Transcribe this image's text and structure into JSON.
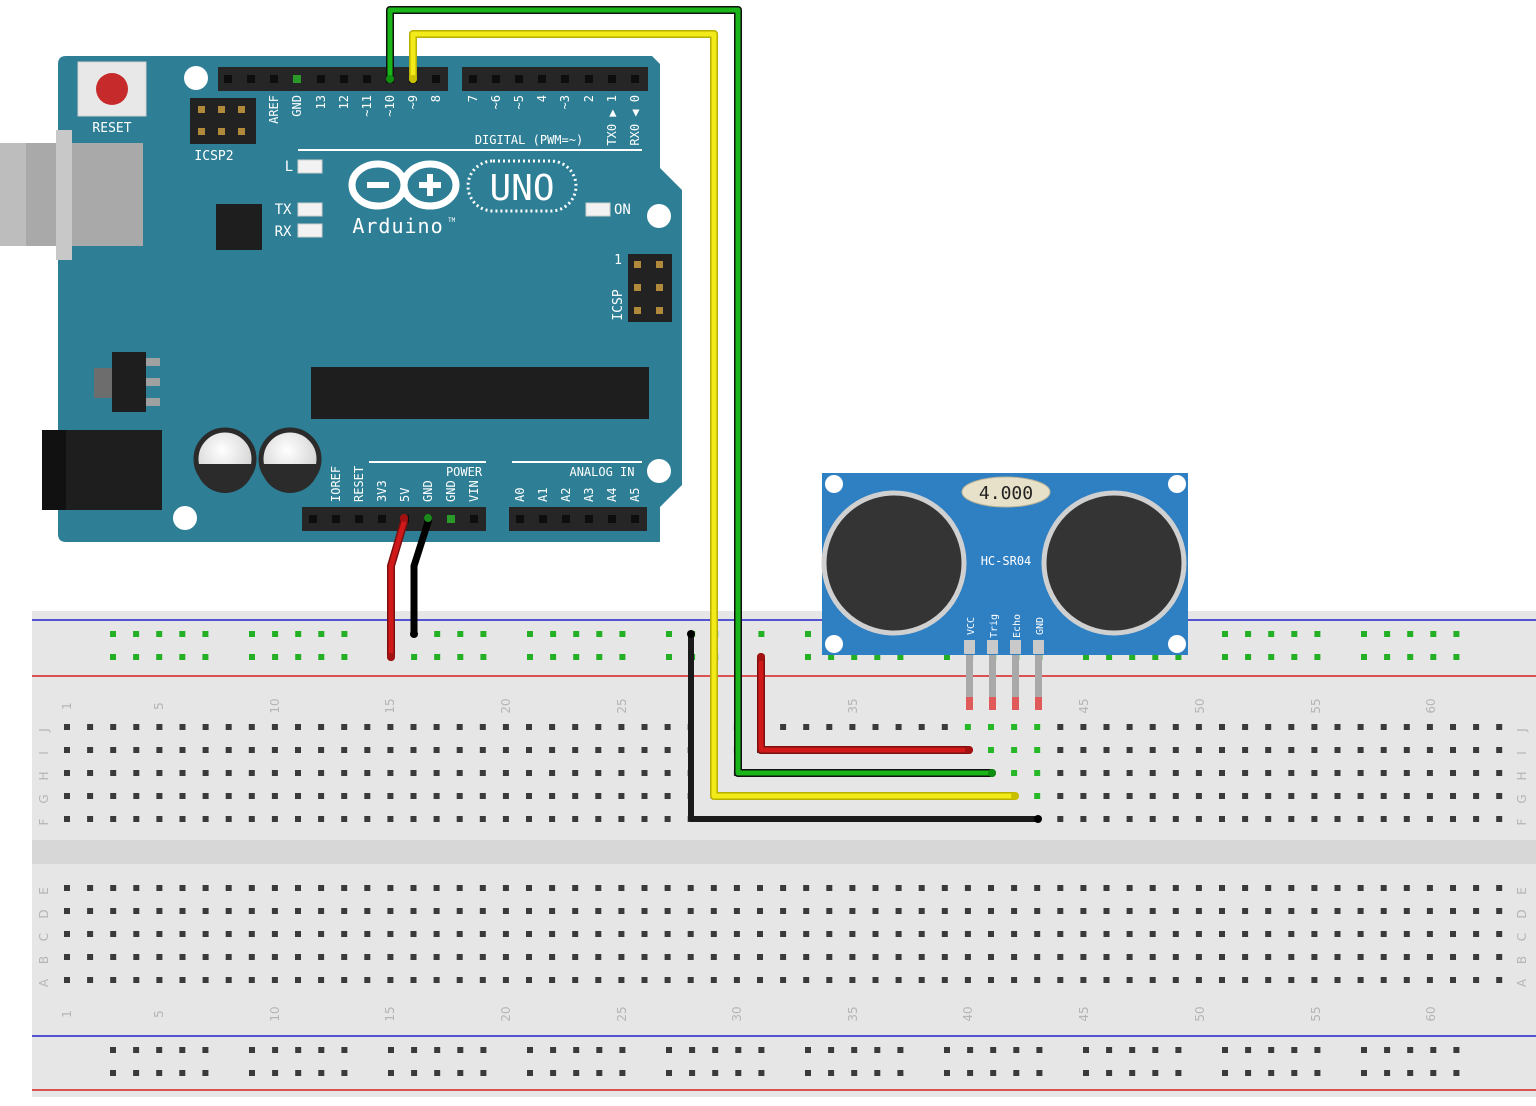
{
  "colors": {
    "board": "#2e7f96",
    "sensor": "#2f7fc3",
    "breadboard": "#e6e6e6",
    "wire_green": "#19b519",
    "wire_yellow": "#f2ea19",
    "wire_red": "#d11919",
    "wire_black": "#1a1a1a",
    "rail_red": "#d92020",
    "rail_blue": "#2323c8"
  },
  "arduino": {
    "reset_label": "RESET",
    "icsp2_label": "ICSP2",
    "icsp_label": "ICSP",
    "icsp_pin1": "1",
    "brand": "Arduino",
    "trademark": "TM",
    "model": "UNO",
    "led_l": "L",
    "led_tx": "TX",
    "led_rx": "RX",
    "led_on": "ON",
    "digital_label": "DIGITAL (PWM=~)",
    "power_label": "POWER",
    "analog_label": "ANALOG IN",
    "digital_pins": [
      "AREF",
      "GND",
      "13",
      "12",
      "~11",
      "~10",
      "~9",
      "8",
      "7",
      "~6",
      "~5",
      "4",
      "~3",
      "2",
      "TX0 ▶ 1",
      "RX0 ◀ 0"
    ],
    "power_pins": [
      "IOREF",
      "RESET",
      "3V3",
      "5V",
      "GND",
      "GND",
      "VIN"
    ],
    "analog_pins": [
      "A0",
      "A1",
      "A2",
      "A3",
      "A4",
      "A5"
    ]
  },
  "sensor": {
    "crystal": "4.000",
    "model": "HC-SR04",
    "pins": [
      "VCC",
      "Trig",
      "Echo",
      "GND"
    ]
  },
  "breadboard": {
    "row_letters_top": [
      "J",
      "I",
      "H",
      "G",
      "F"
    ],
    "row_letters_bottom": [
      "E",
      "D",
      "C",
      "B",
      "A"
    ],
    "column_numbers": [
      "1",
      "5",
      "10",
      "15",
      "20",
      "25",
      "30",
      "35",
      "40",
      "45",
      "50",
      "55",
      "60"
    ]
  }
}
